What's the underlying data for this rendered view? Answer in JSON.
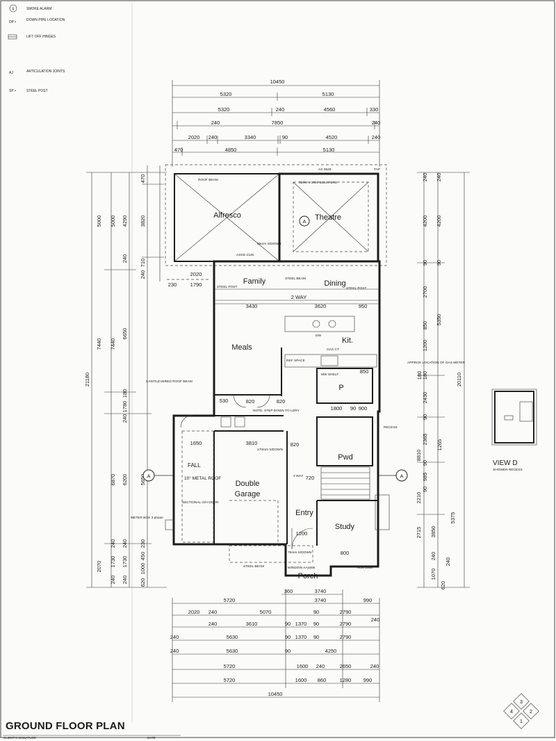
{
  "legend": [
    {
      "symbol": "5",
      "icon": "smoke-alarm-icon",
      "text": "SMOKE ALARM"
    },
    {
      "symbol": "DP ▪",
      "icon": "down-pipe-icon",
      "text": "DOWN PIPE LOCATION"
    },
    {
      "symbol": "",
      "icon": "lift-off-hinge-icon",
      "text": "LIFT OFF HINGES"
    },
    {
      "symbol": "AJ",
      "icon": "articulation-joint-icon",
      "text": "ARTICULATION JOINTS"
    },
    {
      "symbol": "SP ▪",
      "icon": "steel-post-icon",
      "text": "STEEL POST"
    }
  ],
  "rooms": {
    "alfresco": "Alfresco",
    "theatre": "Theatre",
    "family": "Family",
    "dining": "Dining",
    "meals": "Meals",
    "kit": "Kit.",
    "pantry": "P",
    "pwd": "Pwd",
    "double": "Double",
    "garage": "Garage",
    "entry": "Entry",
    "study": "Study",
    "porch": "Porch"
  },
  "dims_top": {
    "r1": [
      "10450"
    ],
    "r2": [
      "5320",
      "5130"
    ],
    "r3": [
      "5320",
      "240",
      "4560",
      "330"
    ],
    "r4": [
      "240",
      "7850",
      "240"
    ],
    "r5": [
      "2020",
      "240",
      "3340",
      "90",
      "4520",
      "240"
    ],
    "r6": [
      "470",
      "4850",
      "5130"
    ]
  },
  "dims_bottom": {
    "r1": [
      "360",
      "3740"
    ],
    "r2": [
      "5720",
      "3740",
      "990"
    ],
    "r3": [
      "2020",
      "240",
      "5070",
      "90",
      "2790",
      "240"
    ],
    "r4": [
      "240",
      "3610",
      "90",
      "1370",
      "90",
      "2790"
    ],
    "r5": [
      "240",
      "5630",
      "90",
      "1370",
      "90",
      "2790"
    ],
    "r6": [
      "240",
      "5630",
      "90",
      "4250"
    ],
    "r7": [
      "5720",
      "1600",
      "240",
      "2650",
      "240"
    ],
    "r8": [
      "5720",
      "1600",
      "860",
      "1280",
      "990"
    ],
    "r9": [
      "10450"
    ]
  },
  "dims_left": {
    "c1": [
      "21180"
    ],
    "c2": [
      "5000",
      "7440",
      "2070"
    ],
    "c3": [
      "5000",
      "7440",
      "6870",
      "240",
      "1730",
      "240"
    ],
    "c4": [
      "4290",
      "240",
      "6650",
      "180",
      "1780",
      "240",
      "6200",
      "240",
      "1730",
      "240"
    ],
    "c5": [
      "470",
      "3820",
      "710",
      "240",
      "5650",
      "230",
      "450",
      "1000",
      "620"
    ]
  },
  "dims_right": {
    "c1": [
      "20110"
    ],
    "c2": [
      "240",
      "4200",
      "90",
      "2700",
      "850",
      "1200",
      "180",
      "2430",
      "90",
      "2365",
      "1265",
      "8810",
      "90",
      "985",
      "90",
      "2210",
      "2715",
      "3850",
      "240",
      "1070",
      "240",
      "620"
    ],
    "c3": [
      "240",
      "4200",
      "90",
      "5350",
      "5375",
      "180"
    ]
  },
  "inner_dims": {
    "d_3430": "3430",
    "d_3620": "3620",
    "d_950": "950",
    "d_1650": "1650",
    "d_3810": "3810",
    "d_1800": "1800",
    "d_900a": "90",
    "d_900b": "900",
    "d_1200": "1200",
    "d_720": "720",
    "d_850": "850",
    "d_820a": "820",
    "d_820b": "820",
    "d_820c": "820",
    "d_530": "530",
    "d_2020": "2020",
    "d_230": "230",
    "d_1790": "1790",
    "d_800": "800"
  },
  "notes": {
    "roof_beam": "ROOF BEAM",
    "bulkhead": "350W x 2000 BULKHEAD",
    "as_0628": "AS 0628",
    "tap": "TAP",
    "sloping": "85mm S/DOWN",
    "assd": "ASSD 2126",
    "steel_post_l": "STEEL POST",
    "steel_beam": "STEEL BEAM",
    "steel_post_r": "STEEL POST",
    "two_way": "2 WAY",
    "dw": "DW",
    "gas_ct": "GAS CT",
    "ref_space": "REF SPACE",
    "mw_shelf": "MW SHELF",
    "appliance": "APPROX LOCATION OF GAS METER",
    "cantilever": "CANTILEVERED ROOF BEAM",
    "note_step": "NOTE: STEP DOWN TO LDRY",
    "fall": "FALL",
    "metal_roof": "10° METAL ROOF",
    "sectional": "SECTIONAL O/H DOOR",
    "s_down": "170mm S/DOWN",
    "meter_box": "METER BOX 3 phase",
    "recess": "RECESS",
    "two_way_b": "2 WAY",
    "window": "WINDOW AA1806",
    "alw": "ALW 1806",
    "steel_beam_b": "STEEL BEAM",
    "s_down2": "75mm S/DOWN"
  },
  "section": "A",
  "view_d": {
    "title": "VIEW D",
    "subtitle": "SHOWER RECESS"
  },
  "title": "GROUND FLOOR PLAN",
  "signature_label": "CLIENT'S SIGNATURE",
  "date_label": "DATE",
  "compass": [
    "3",
    "2",
    "1",
    "4"
  ]
}
